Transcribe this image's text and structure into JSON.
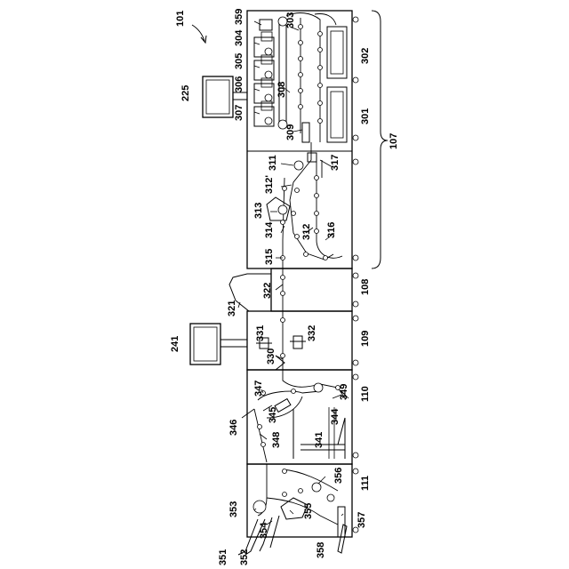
{
  "figure": {
    "ref_system": "101",
    "ref_group": "107",
    "units": {
      "u302": "302",
      "u301": "301",
      "u108": "108",
      "u109": "109",
      "u110": "110",
      "u111": "111",
      "u357": "357",
      "u358": "358",
      "u225": "225",
      "u241": "241"
    },
    "top_labels": {
      "l359": "359",
      "l304": "304",
      "l305": "305",
      "l306": "306",
      "l307": "307",
      "l303": "303",
      "l308": "308",
      "l309": "309",
      "l311": "311",
      "l312p": "312'",
      "l317": "317",
      "l313": "313",
      "l314": "314",
      "l312": "312",
      "l316": "316",
      "l315": "315"
    },
    "mid_labels": {
      "l322": "322",
      "l321": "321",
      "l331": "331",
      "l332": "332",
      "l330": "330"
    },
    "bottom_labels": {
      "l347": "347",
      "l345": "345",
      "l346": "346",
      "l348": "348",
      "l341": "341",
      "l344": "344",
      "l349": "349",
      "l356": "356",
      "l353": "353",
      "l355": "355",
      "l354": "354",
      "l351": "351",
      "l352": "352"
    }
  }
}
